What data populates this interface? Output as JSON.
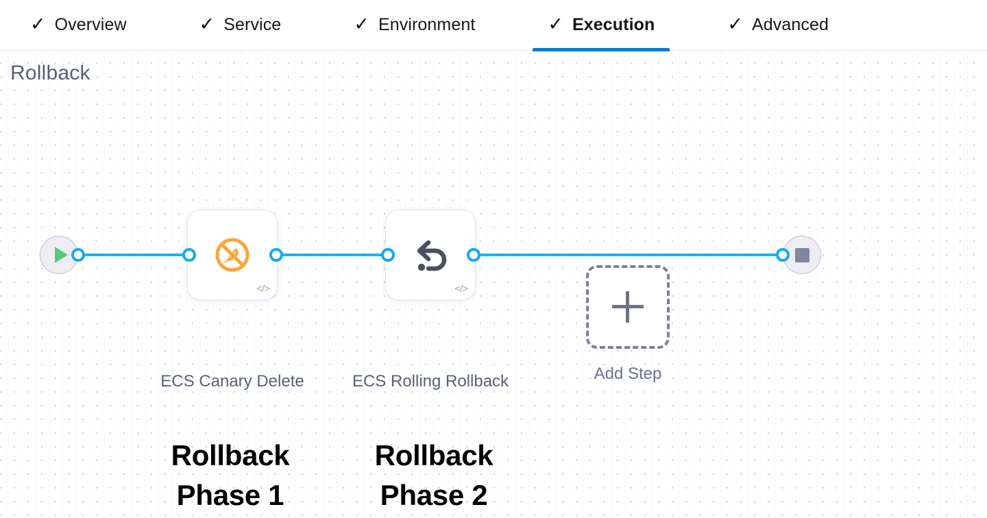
{
  "tabs": [
    {
      "label": "Overview",
      "icon": "check-icon",
      "active": false,
      "completed": true
    },
    {
      "label": "Service",
      "icon": "check-icon",
      "active": false,
      "completed": true
    },
    {
      "label": "Environment",
      "icon": "check-icon",
      "active": false,
      "completed": true
    },
    {
      "label": "Execution",
      "icon": "check-icon",
      "active": true,
      "completed": true
    },
    {
      "label": "Advanced",
      "icon": "check-icon",
      "active": false,
      "completed": true
    }
  ],
  "canvas": {
    "section_title": "Rollback",
    "start_node": {
      "icon": "play-icon",
      "name": "start"
    },
    "end_node": {
      "icon": "stop-icon",
      "name": "end"
    },
    "steps": [
      {
        "caption": "ECS Canary Delete",
        "icon": "ecs-canary-delete-icon",
        "code_badge": "</>",
        "annotation": "Rollback Phase 1"
      },
      {
        "caption": "ECS Rolling Rollback",
        "icon": "rollback-undo-icon",
        "code_badge": "</>",
        "annotation": "Rollback Phase 2"
      }
    ],
    "add_step": {
      "label": "Add Step",
      "icon": "plus-icon"
    }
  },
  "colors": {
    "accent_blue": "#0c7ad4",
    "edge_blue": "#17b6f0",
    "canary_orange": "#f9a63a",
    "rollback_slate": "#4b4f63",
    "play_green": "#58c97a",
    "stop_gray": "#8187a0",
    "title_gray": "#5a5e74",
    "dashed_gray": "#7f7f98"
  }
}
